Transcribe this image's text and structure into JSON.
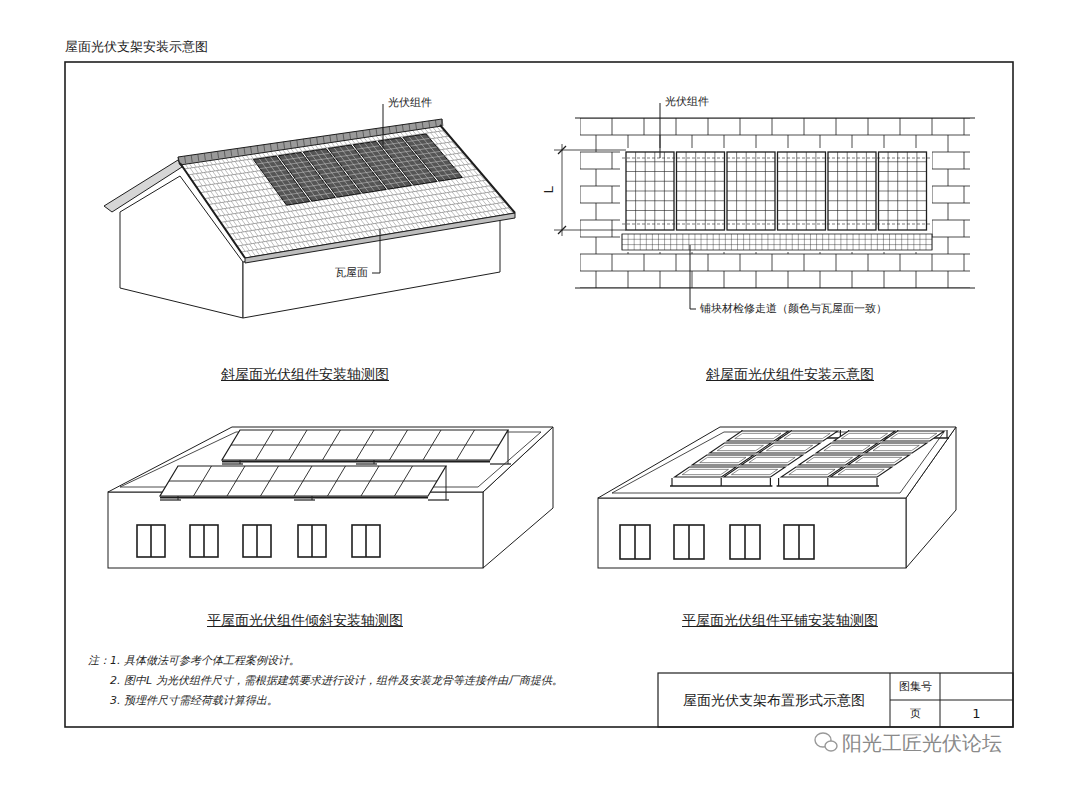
{
  "diagram": {
    "title": "屋面光伏支架安装示意图",
    "nodes": [
      {
        "text": [
          "屋面光伏支架布置形式示意图"
        ]
      },
      {
        "text": [
          "图集号"
        ]
      },
      {
        "text": [
          "页"
        ]
      },
      {
        "text": [
          "1"
        ]
      }
    ],
    "labels": [
      "光伏组件",
      "瓦屋面",
      "斜屋面光伏组件安装轴测图",
      "光伏组件",
      "L",
      "铺块材检修走道（颜色与瓦屋面一致）",
      "斜屋面光伏组件安装示意图",
      "平屋面光伏组件倾斜安装轴测图",
      "平屋面光伏组件平铺安装轴测图",
      "注：1. 具体做法可参考个体工程案例设计。",
      "2. 图中L 为光伏组件尺寸，需根据建筑要求进行设计，组件及安装龙骨等连接件由厂商提供。",
      "3. 预埋件尺寸需经荷载计算得出。",
      "阳光工匠光伏论坛"
    ]
  }
}
